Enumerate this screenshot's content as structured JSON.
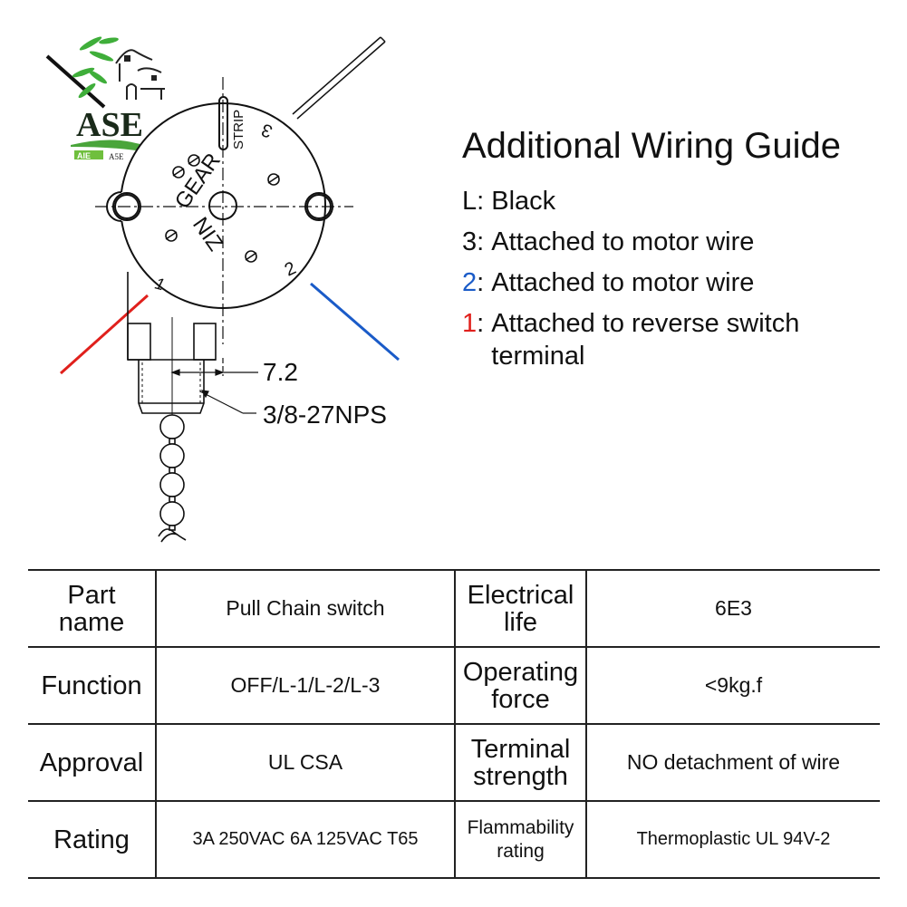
{
  "logo": {
    "brand": "ASE",
    "sub_badge": "AIE",
    "sub_text": "A5E"
  },
  "diagram": {
    "label_strip": "STRIP",
    "label_gear": "GEAR",
    "label_ziz": "NIZ",
    "terminal_1": "1",
    "terminal_2": "2",
    "terminal_3": "3",
    "dimension": "7.2",
    "thread_spec": "3/8-27NPS",
    "wire_colors": {
      "terminal_1": "#e0201c",
      "terminal_2": "#1a5bc8",
      "L": "#111111"
    }
  },
  "guide": {
    "title": "Additional Wiring Guide",
    "items": [
      {
        "key": "L",
        "key_color": "#111111",
        "text": "Black"
      },
      {
        "key": "3",
        "key_color": "#111111",
        "text": "Attached to motor wire"
      },
      {
        "key": "2",
        "key_color": "#1a5bc8",
        "text": "Attached to motor wire"
      },
      {
        "key": "1",
        "key_color": "#e0201c",
        "text": "Attached to reverse switch terminal"
      }
    ]
  },
  "specs": {
    "rows": [
      {
        "label1": "Part name",
        "value1": "Pull Chain switch",
        "label2": "Electrical life",
        "value2": "6E3"
      },
      {
        "label1": "Function",
        "value1": "OFF/L-1/L-2/L-3",
        "label2": "Operating force",
        "value2": "<9kg.f"
      },
      {
        "label1": "Approval",
        "value1": "UL CSA",
        "label2": "Terminal strength",
        "value2": "NO detachment of wire"
      },
      {
        "label1": "Rating",
        "value1": "3A 250VAC 6A 125VAC T65",
        "label2": "Flammability rating",
        "value2": "Thermoplastic UL 94V-2"
      }
    ]
  }
}
